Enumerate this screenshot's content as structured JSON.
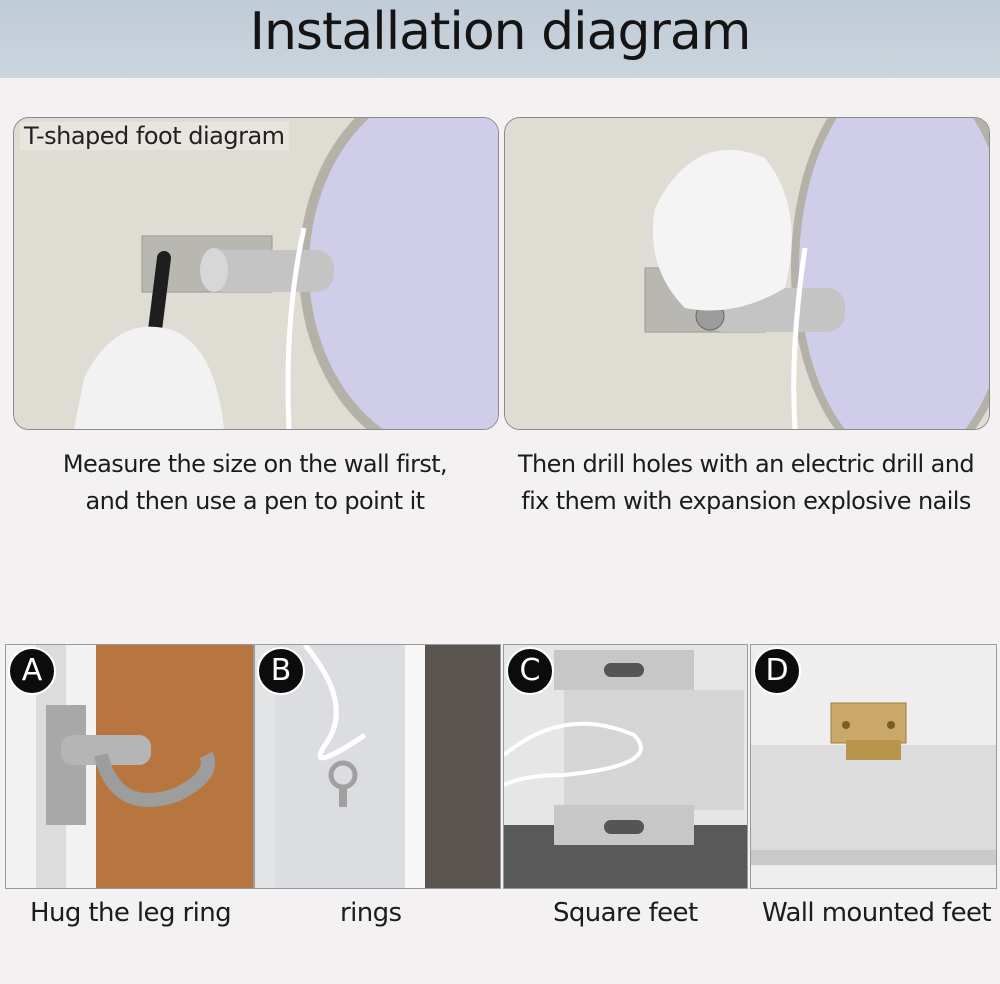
{
  "header": {
    "title": "Installation diagram"
  },
  "steps": [
    {
      "label": "T-shaped foot diagram",
      "caption_line1": "Measure the size on the wall first,",
      "caption_line2": "and then use a pen to point it"
    },
    {
      "caption_line1": "Then drill holes with an electric drill and",
      "caption_line2": "fix them with expansion explosive nails"
    }
  ],
  "options": [
    {
      "badge": "A",
      "caption": "Hug the leg ring"
    },
    {
      "badge": "B",
      "caption": "rings"
    },
    {
      "badge": "C",
      "caption": "Square feet"
    },
    {
      "badge": "D",
      "caption": "Wall mounted feet"
    }
  ]
}
